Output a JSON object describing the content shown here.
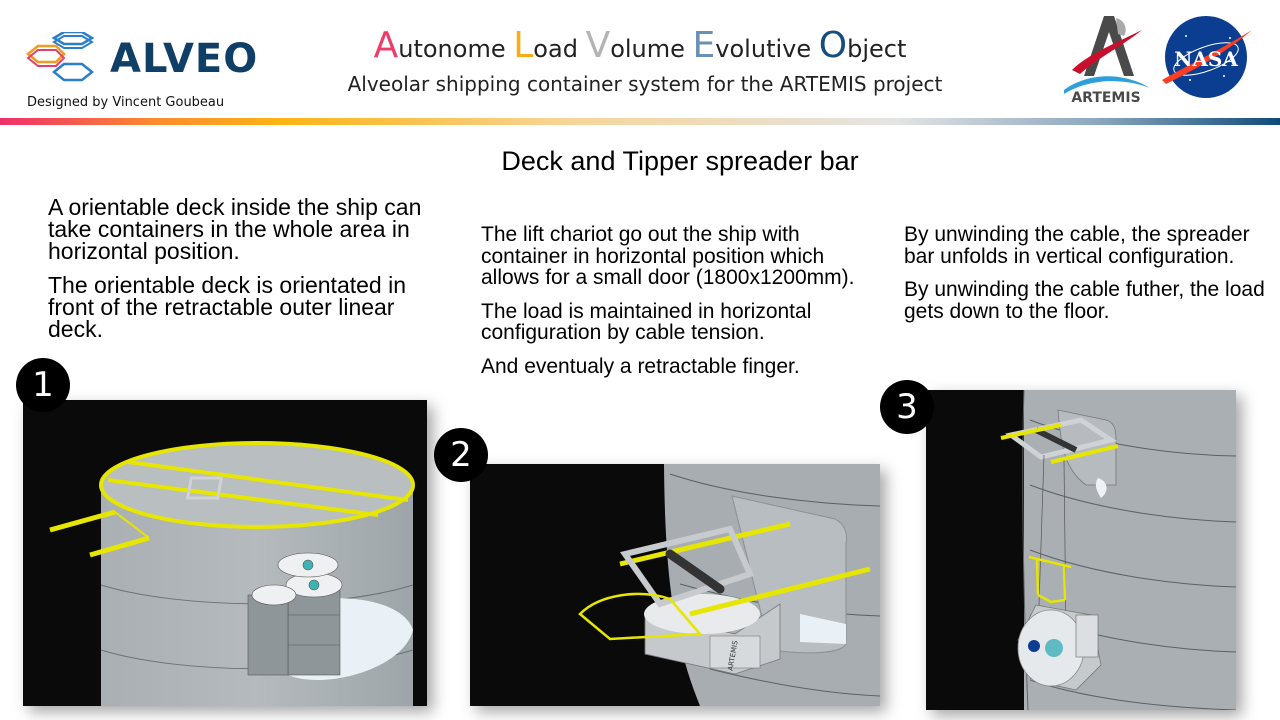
{
  "header": {
    "logo_text": "ALVEO",
    "designer": "Designed by Vincent Goubeau",
    "acronym_title": [
      {
        "cap": "A",
        "rest": "utonome "
      },
      {
        "cap": "L",
        "rest": "oad "
      },
      {
        "cap": "V",
        "rest": "olume "
      },
      {
        "cap": "E",
        "rest": "volutive "
      },
      {
        "cap": "O",
        "rest": "bject"
      }
    ],
    "subtitle": "Alveolar shipping container system for the ARTEMIS project",
    "artemis_logo_text": "ARTEMIS",
    "nasa_logo_text": "NASA",
    "colors": {
      "accent_a": "#ee3c6a",
      "accent_l": "#f8ac18",
      "accent_v": "#b3b3b3",
      "accent_e": "#6b90b4",
      "accent_o": "#154e7f",
      "logo_blue": "#0f3e66"
    }
  },
  "section": {
    "title": "Deck and Tipper spreader bar"
  },
  "steps": [
    {
      "number": "1",
      "paragraphs": [
        "A orientable deck inside the ship can take containers in the whole area in horizontal position.",
        "The orientable deck is orientated in front of the retractable outer linear deck."
      ],
      "image": "Orientable deck inside ship cylinder with yellow rails and stacked containers"
    },
    {
      "number": "2",
      "paragraphs": [
        "The lift chariot go out the ship with container in horizontal position which allows for a small door (1800x1200mm).",
        "The load is maintained in horizontal configuration by cable tension.",
        "And eventualy a retractable finger."
      ],
      "image": "Lift chariot carrying ARTEMIS container out through door",
      "container_label": "ARTEMIS"
    },
    {
      "number": "3",
      "paragraphs": [
        "By unwinding the cable, the spreader bar unfolds in vertical configuration.",
        "By unwinding the cable futher, the load gets down to the floor."
      ],
      "image": "Container lowered vertically on spreader bar along ship hull"
    }
  ]
}
